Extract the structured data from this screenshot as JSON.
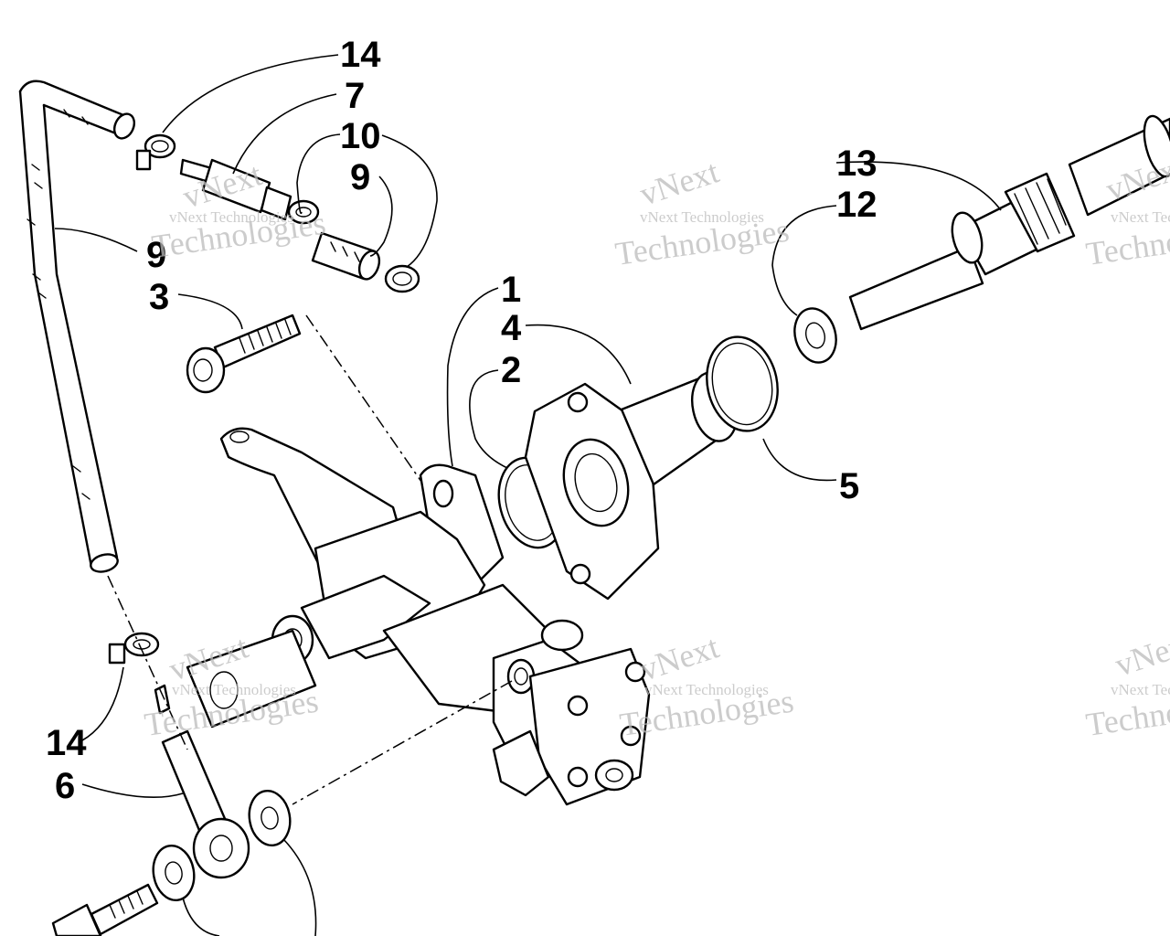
{
  "callouts": {
    "c14_top": "14",
    "c7": "7",
    "c10": "10",
    "c9_top": "9",
    "c9_left": "9",
    "c3": "3",
    "c1": "1",
    "c4": "4",
    "c2": "2",
    "c5": "5",
    "c13": "13",
    "c12": "12",
    "c14_bottom": "14",
    "c6": "6"
  },
  "watermark": {
    "company": "vNext Technologies",
    "brand": "vNext",
    "word": "Technologies"
  }
}
